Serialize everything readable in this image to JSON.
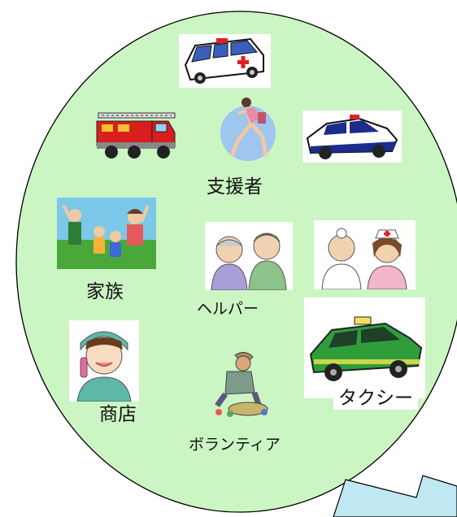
{
  "labels": {
    "supporter": "支援者",
    "family": "家族",
    "helper": "ヘルパー",
    "shop": "商店",
    "volunteer": "ボランティア",
    "taxi": "タクシー"
  },
  "colors": {
    "circle_fill": "#ccf5c4",
    "circle_stroke": "#000000",
    "arrow_fill": "#bfe8f2",
    "ambulance_cross": "#e02020",
    "fire_truck": "#d81e1e",
    "police_blue": "#1a2d8a",
    "taxi_green": "#2f9e3a"
  },
  "illustrations": [
    "ambulance-icon",
    "fire-truck-icon",
    "runner-icon",
    "police-car-icon",
    "family-icon",
    "elderly-helper-icon",
    "doctor-nurse-icon",
    "shopkeeper-phone-icon",
    "volunteer-gardener-icon",
    "taxi-icon"
  ]
}
